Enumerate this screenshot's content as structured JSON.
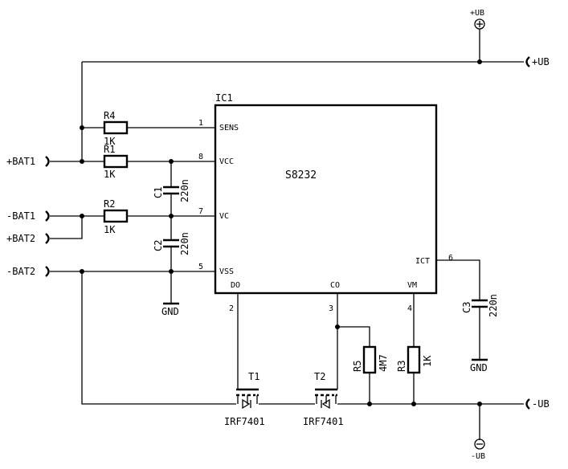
{
  "ic": {
    "ref": "IC1",
    "part": "S8232",
    "pins": {
      "sens": {
        "num": "1",
        "name": "SENS"
      },
      "vcc": {
        "num": "8",
        "name": "VCC"
      },
      "vc": {
        "num": "7",
        "name": "VC"
      },
      "vss": {
        "num": "5",
        "name": "VSS"
      },
      "do": {
        "num": "2",
        "name": "DO"
      },
      "co": {
        "num": "3",
        "name": "CO"
      },
      "vm": {
        "num": "4",
        "name": "VM"
      },
      "ict": {
        "num": "6",
        "name": "ICT"
      }
    }
  },
  "resistors": {
    "r4": {
      "ref": "R4",
      "value": "1K"
    },
    "r1": {
      "ref": "R1",
      "value": "1K"
    },
    "r2": {
      "ref": "R2",
      "value": "1K"
    },
    "r5": {
      "ref": "R5",
      "value": "4M7"
    },
    "r3": {
      "ref": "R3",
      "value": "1K"
    }
  },
  "capacitors": {
    "c1": {
      "ref": "C1",
      "value": "220n"
    },
    "c2": {
      "ref": "C2",
      "value": "220n"
    },
    "c3": {
      "ref": "C3",
      "value": "220n"
    }
  },
  "transistors": {
    "t1": {
      "ref": "T1",
      "part": "IRF7401"
    },
    "t2": {
      "ref": "T2",
      "part": "IRF7401"
    }
  },
  "connectors": {
    "bat1_plus": "+BAT1",
    "bat1_minus": "-BAT1",
    "bat2_plus": "+BAT2",
    "bat2_minus": "-BAT2",
    "ub_plus": "+UB",
    "ub_minus": "-UB"
  },
  "power": {
    "ub_plus": "+UB",
    "ub_minus": "-UB",
    "gnd_left": "GND",
    "gnd_right": "GND"
  }
}
